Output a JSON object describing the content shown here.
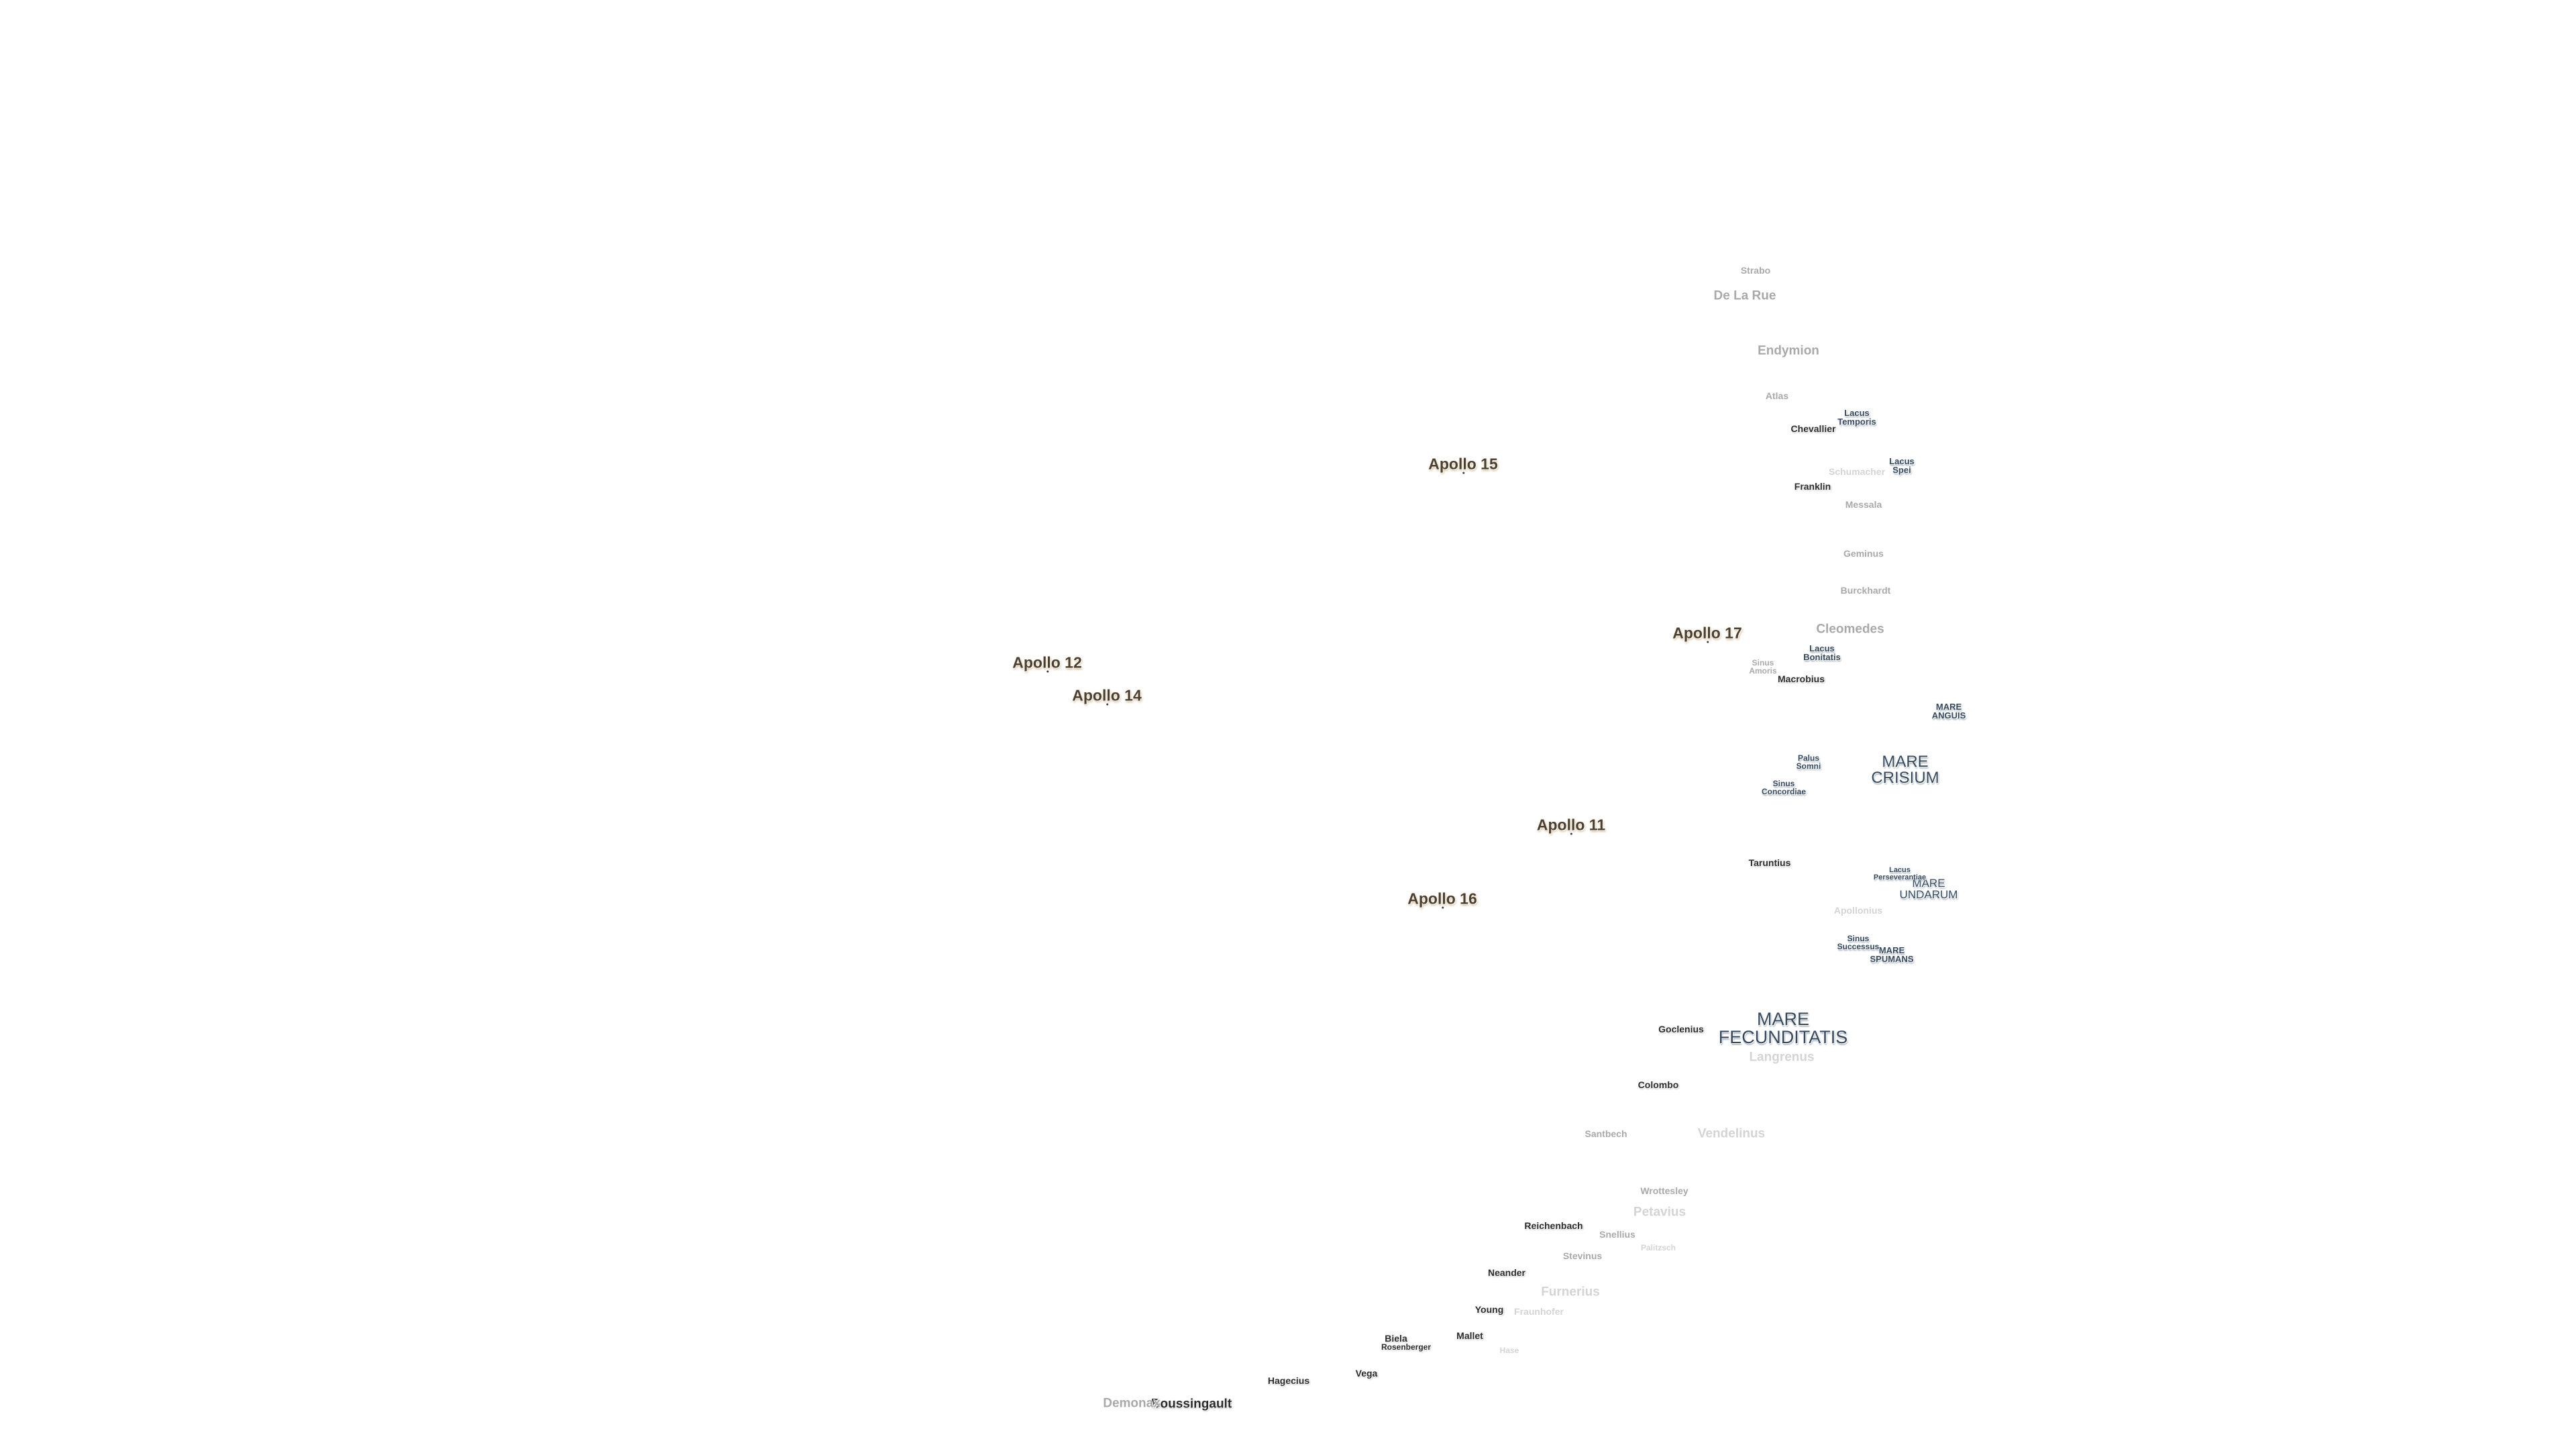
{
  "colors": {
    "background": "#ffffff",
    "apollo_label": "#4a3f33",
    "mare_label": "#34495e",
    "crater_label": "#606060"
  },
  "apollo_sites": {
    "apollo_11": "Apollo 11",
    "apollo_12": "Apollo 12",
    "apollo_14": "Apollo 14",
    "apollo_15": "Apollo 15",
    "apollo_16": "Apollo 16",
    "apollo_17": "Apollo 17"
  },
  "maria": {
    "crisium": "MARE\nCRISIUM",
    "fecunditatis": "MARE\nFECUNDITATIS",
    "undarum": "MARE\nUNDARUM",
    "spumans": "MARE\nSPUMANS",
    "anguis": "MARE\nANGUIS",
    "lacus_temporis": "Lacus\nTemporis",
    "lacus_spei": "Lacus\nSpei",
    "lacus_bonitatis": "Lacus\nBonitatis",
    "lacus_perseverantiae": "Lacus\nPerseverantiae",
    "sinus_amoris": "Sinus\nAmoris",
    "sinus_concordiae": "Sinus\nConcordiae",
    "sinus_successus": "Sinus\nSuccessus",
    "palus_somni": "Palus\nSomni"
  },
  "craters": {
    "strabo": "Strabo",
    "de_la_rue": "De La Rue",
    "endymion": "Endymion",
    "atlas": "Atlas",
    "chevallier": "Chevallier",
    "schumacher": "Schumacher",
    "franklin": "Franklin",
    "messala": "Messala",
    "geminus": "Geminus",
    "burckhardt": "Burckhardt",
    "cleomedes": "Cleomedes",
    "macrobius": "Macrobius",
    "taruntius": "Taruntius",
    "apollonius": "Apollonius",
    "goclenius": "Goclenius",
    "langrenus": "Langrenus",
    "colombo": "Colombo",
    "santbech": "Santbech",
    "vendelinus": "Vendelinus",
    "wrottesley": "Wrottesley",
    "petavius": "Petavius",
    "reichenbach": "Reichenbach",
    "snellius": "Snellius",
    "palitzsch": "Palitzsch",
    "stevinus": "Stevinus",
    "neander": "Neander",
    "furnerius": "Furnerius",
    "young": "Young",
    "fraunhofer": "Fraunhofer",
    "biela": "Biela",
    "rosenberger": "Rosenberger",
    "hase": "Hase",
    "mallet": "Mallet",
    "vega": "Vega",
    "hagecius": "Hagecius",
    "boussingault": "Boussingault",
    "demonax": "Demonax"
  }
}
